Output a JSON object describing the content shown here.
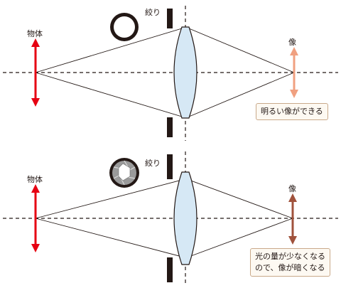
{
  "top": {
    "object_label": "物体",
    "aperture_label": "絞り",
    "image_label": "像",
    "note": "明るい像ができる"
  },
  "bottom": {
    "object_label": "物体",
    "aperture_label": "絞り",
    "image_label": "像",
    "note_lines": [
      "光の量が少なくなる",
      "ので、像が暗くなる"
    ]
  },
  "colors": {
    "object_arrow": "#e60012",
    "image_bright": "#f0a080",
    "image_dark": "#a0523c",
    "lens_fill": "#d6e8f5",
    "lens_stroke": "#231815",
    "aperture": "#231815"
  },
  "icons": [
    "open-aperture-icon",
    "closed-aperture-icon"
  ]
}
